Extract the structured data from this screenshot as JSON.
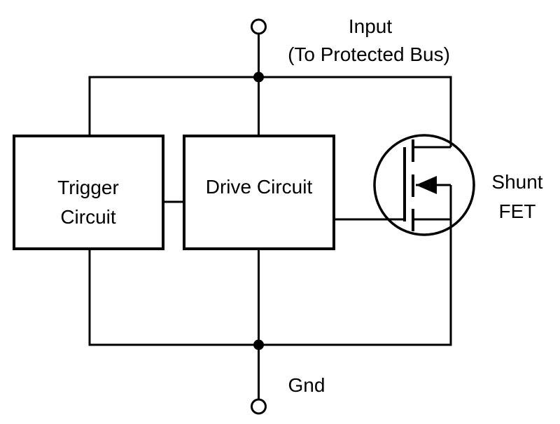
{
  "colors": {
    "line": "#000000",
    "text": "#000000",
    "background": "#ffffff"
  },
  "terminals": {
    "input": {
      "title": "Input",
      "subtitle": "(To Protected Bus)"
    },
    "ground": {
      "label": "Gnd"
    }
  },
  "blocks": {
    "trigger": {
      "line1": "Trigger",
      "line2": "Circuit"
    },
    "drive": {
      "label": "Drive Circuit"
    }
  },
  "shunt_fet": {
    "line1": "Shunt",
    "line2": "FET",
    "symbol": "n-channel-mosfet-icon"
  }
}
